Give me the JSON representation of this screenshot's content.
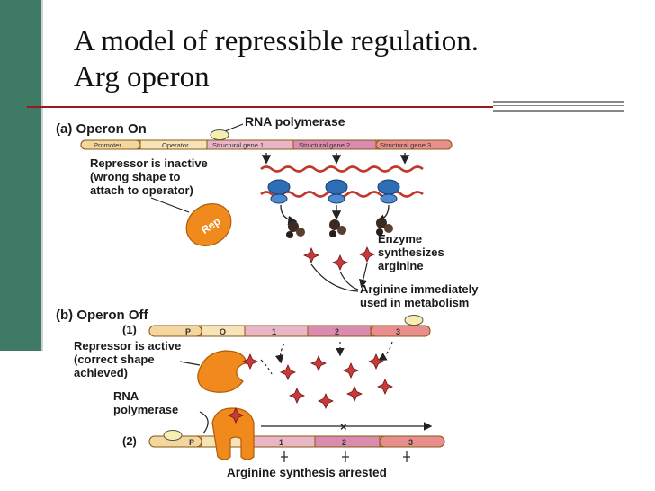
{
  "slide": {
    "title_line1": "A model of repressible regulation.",
    "title_line2": "Arg operon"
  },
  "panel_a": {
    "heading": "(a) Operon On",
    "rna_polymerase": "RNA polymerase",
    "genes": [
      "Promoter",
      "Operator",
      "Structural gene 1",
      "Structural gene 2",
      "Structural gene 3"
    ],
    "repressor_lines": [
      "Repressor is inactive",
      "(wrong shape to",
      "attach to operator)"
    ],
    "rep_label": "Rep",
    "enzyme_lines": [
      "Enzyme",
      "synthesizes",
      "arginine"
    ],
    "arginine_lines": [
      "Arginine immediately",
      "used in metabolism"
    ]
  },
  "panel_b": {
    "heading": "(b) Operon Off",
    "step1": "(1)",
    "step2": "(2)",
    "genes": [
      "P",
      "O",
      "1",
      "2",
      "3"
    ],
    "active_lines": [
      "Repressor is active",
      "(correct shape",
      "achieved)"
    ],
    "rna_lines": [
      "RNA",
      "polymerase"
    ],
    "arrested": "Arginine synthesis arrested"
  },
  "colors": {
    "sidebar": "#3f7a66",
    "rule": "#9b1b1b",
    "repressor": "#f08a1c",
    "arginine": "#c73a3a",
    "ribosome": "#2f6eb5",
    "mrna": "#c0392b"
  }
}
